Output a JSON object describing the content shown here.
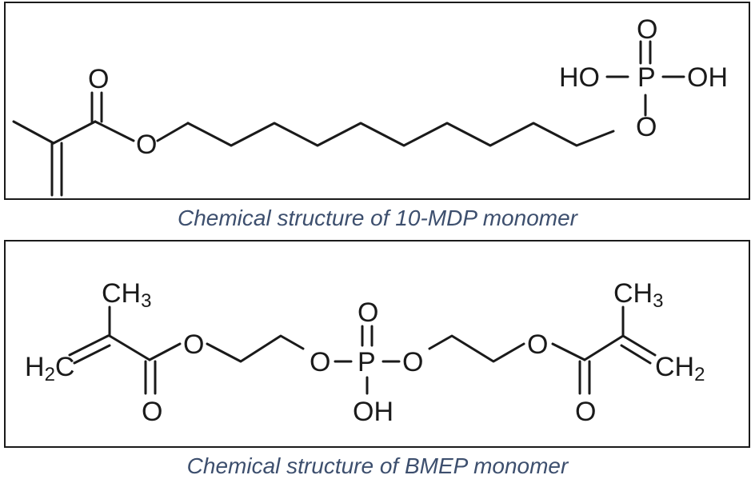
{
  "figures": [
    {
      "caption": "Chemical structure of 10-MDP monomer",
      "atoms": {
        "carbonyl_o": "O",
        "ester_o": "O",
        "p_ho": "HO",
        "p": "P",
        "p_oh": "OH",
        "p_o_top": "O",
        "p_o_bottom": "O"
      }
    },
    {
      "caption": "Chemical structure of BMEP monomer",
      "atoms": {
        "left_ch3_c": "CH",
        "left_ch3_sub": "3",
        "left_h2c_h": "H",
        "left_h2c_sub": "2",
        "left_h2c_c": "C",
        "left_carbonyl_o": "O",
        "left_ester_o": "O",
        "p_o_left": "O",
        "p": "P",
        "p_o_top": "O",
        "p_o_right": "O",
        "p_oh": "OH",
        "right_ester_o": "O",
        "right_carbonyl_o": "O",
        "right_ch3_c": "CH",
        "right_ch3_sub": "3",
        "right_ch2_c": "CH",
        "right_ch2_sub": "2"
      }
    }
  ]
}
